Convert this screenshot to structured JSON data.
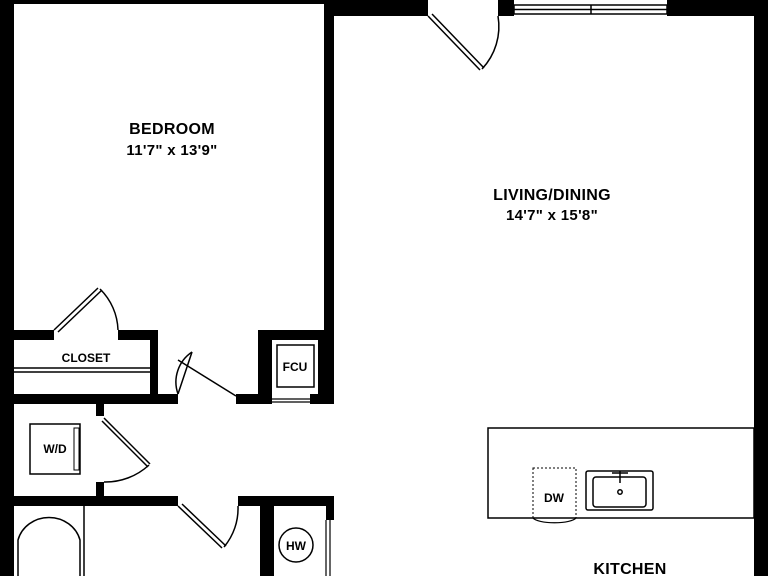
{
  "colors": {
    "wall": "#000000",
    "background": "#ffffff",
    "counter": "#ffffff",
    "line": "#000000"
  },
  "rooms": {
    "bedroom": {
      "name": "BEDROOM",
      "dims": "11'7\" x 13'9\""
    },
    "living": {
      "name": "LIVING/DINING",
      "dims": "14'7\" x 15'8\""
    },
    "kitchen": {
      "name": "KITCHEN"
    }
  },
  "fixtures": {
    "closet": "CLOSET",
    "fcu": "FCU",
    "wd": "W/D",
    "dw": "DW",
    "hw": "HW"
  },
  "icons": [
    "door-swing-icon",
    "window-icon",
    "sink-icon",
    "bathtub-icon"
  ]
}
